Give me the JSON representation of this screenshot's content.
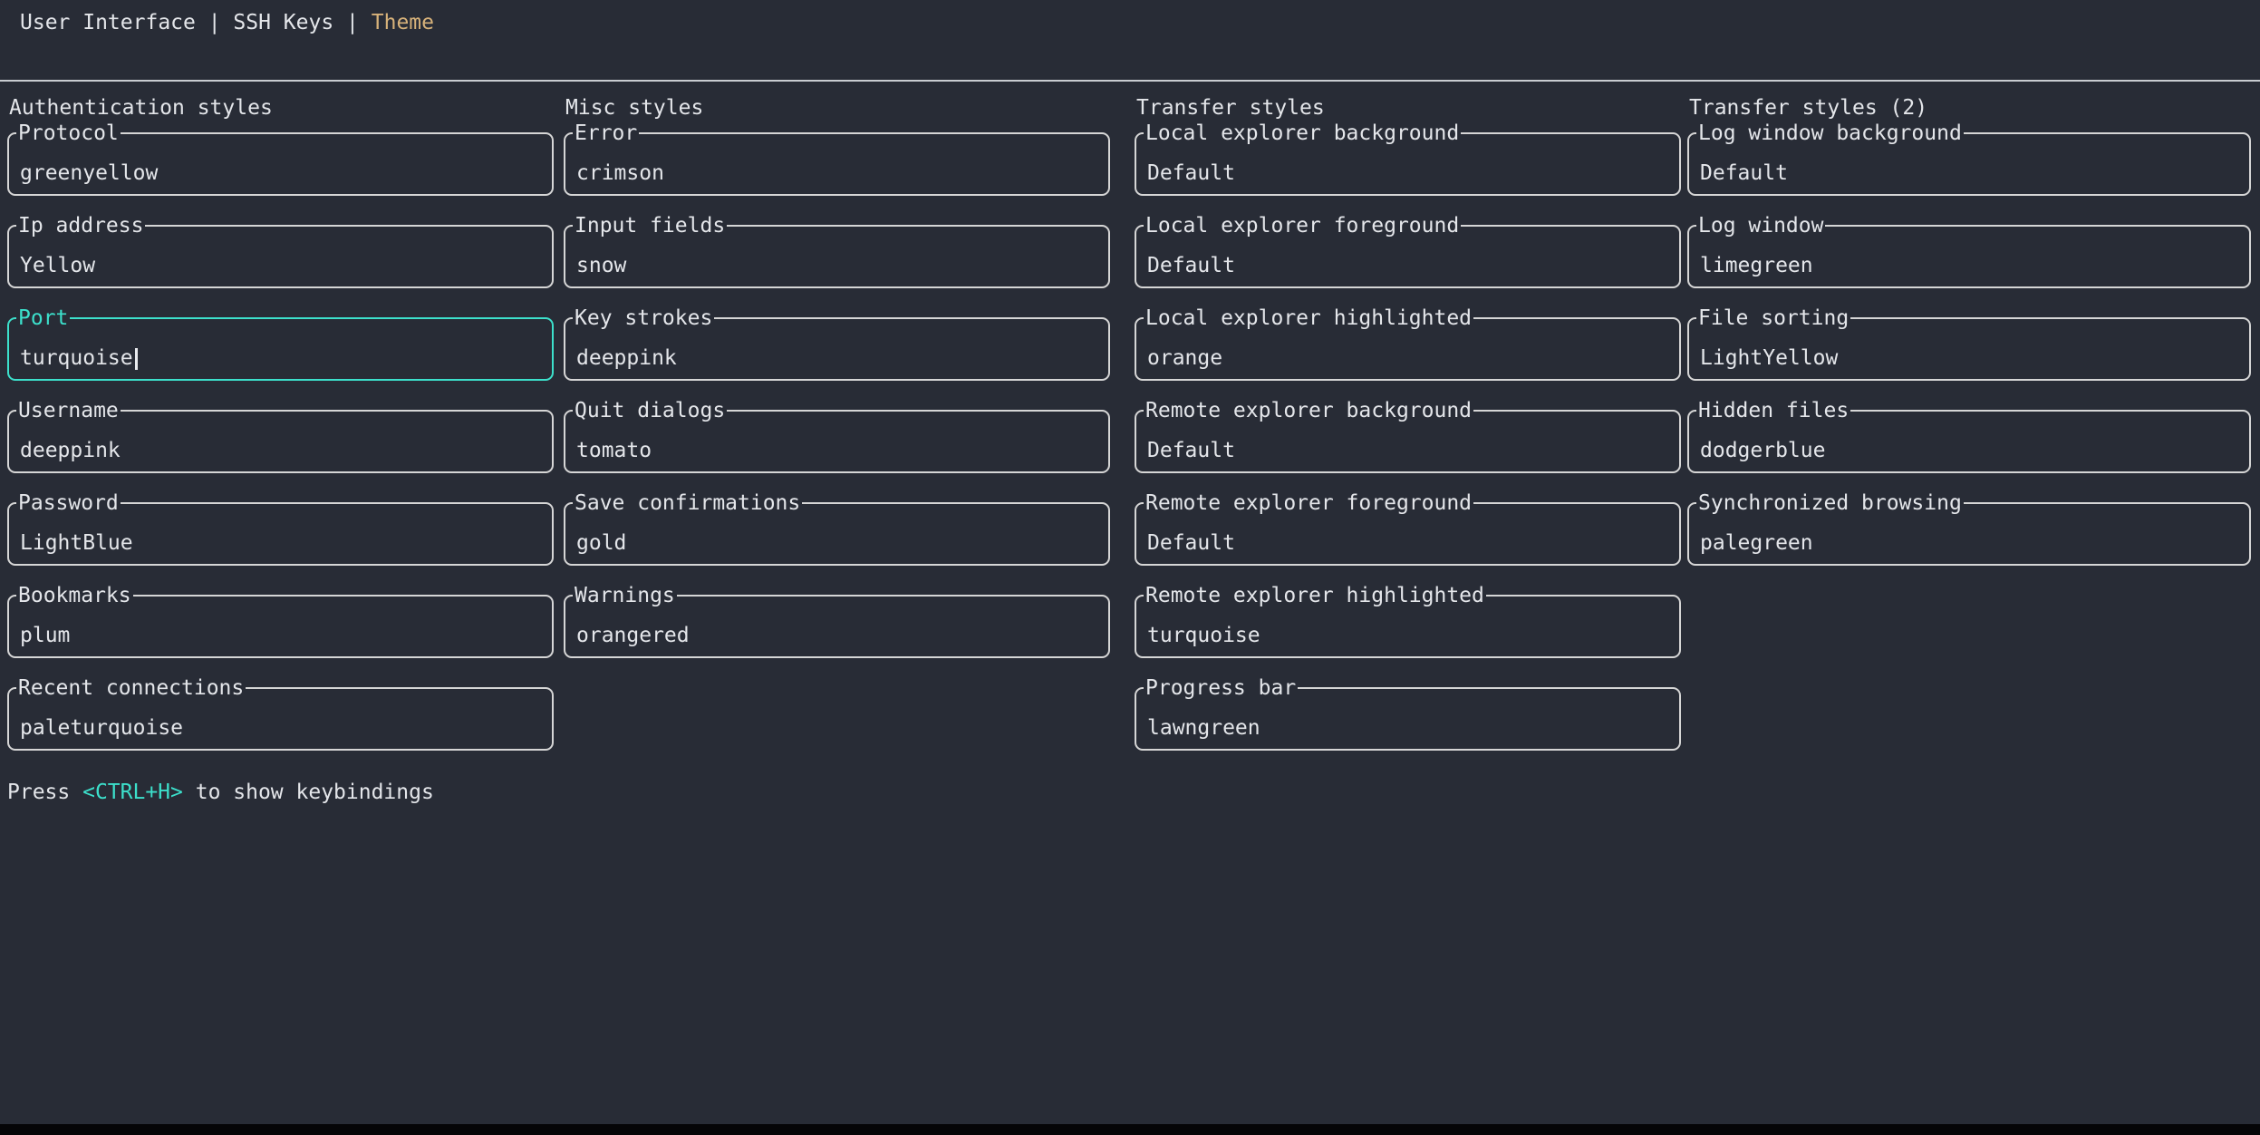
{
  "tabs": {
    "separator": "|",
    "items": [
      {
        "label": "User Interface",
        "active": false
      },
      {
        "label": "SSH Keys",
        "active": false
      },
      {
        "label": "Theme",
        "active": true
      }
    ]
  },
  "columns": [
    {
      "title": "Authentication styles",
      "fields": [
        {
          "label": "Protocol",
          "value": "greenyellow",
          "focused": false
        },
        {
          "label": "Ip address",
          "value": "Yellow",
          "focused": false
        },
        {
          "label": "Port",
          "value": "turquoise",
          "focused": true
        },
        {
          "label": "Username",
          "value": "deeppink",
          "focused": false
        },
        {
          "label": "Password",
          "value": "LightBlue",
          "focused": false
        },
        {
          "label": "Bookmarks",
          "value": "plum",
          "focused": false
        },
        {
          "label": "Recent connections",
          "value": "paleturquoise",
          "focused": false
        }
      ]
    },
    {
      "title": "Misc styles",
      "fields": [
        {
          "label": "Error",
          "value": "crimson",
          "focused": false
        },
        {
          "label": "Input fields",
          "value": "snow",
          "focused": false
        },
        {
          "label": "Key strokes",
          "value": "deeppink",
          "focused": false
        },
        {
          "label": "Quit dialogs",
          "value": "tomato",
          "focused": false
        },
        {
          "label": "Save confirmations",
          "value": "gold",
          "focused": false
        },
        {
          "label": "Warnings",
          "value": "orangered",
          "focused": false
        }
      ]
    },
    {
      "title": "Transfer styles",
      "fields": [
        {
          "label": "Local explorer background",
          "value": "Default",
          "focused": false
        },
        {
          "label": "Local explorer foreground",
          "value": "Default",
          "focused": false
        },
        {
          "label": "Local explorer highlighted",
          "value": "orange",
          "focused": false
        },
        {
          "label": "Remote explorer background",
          "value": "Default",
          "focused": false
        },
        {
          "label": "Remote explorer foreground",
          "value": "Default",
          "focused": false
        },
        {
          "label": "Remote explorer highlighted",
          "value": "turquoise",
          "focused": false
        },
        {
          "label": "Progress bar",
          "value": "lawngreen",
          "focused": false
        }
      ]
    },
    {
      "title": "Transfer styles (2)",
      "fields": [
        {
          "label": "Log window background",
          "value": "Default",
          "focused": false
        },
        {
          "label": "Log window",
          "value": "limegreen",
          "focused": false
        },
        {
          "label": "File sorting",
          "value": "LightYellow",
          "focused": false
        },
        {
          "label": "Hidden files",
          "value": "dodgerblue",
          "focused": false
        },
        {
          "label": "Synchronized browsing",
          "value": "palegreen",
          "focused": false
        }
      ]
    }
  ],
  "footer": {
    "prefix": "Press ",
    "key": "<CTRL+H>",
    "suffix": " to show keybindings"
  },
  "colors": {
    "background": "#282c36",
    "text": "#e4e6ea",
    "active_tab": "#d7b27a",
    "focus": "#3ce0cb",
    "border": "#d6d6d6"
  }
}
